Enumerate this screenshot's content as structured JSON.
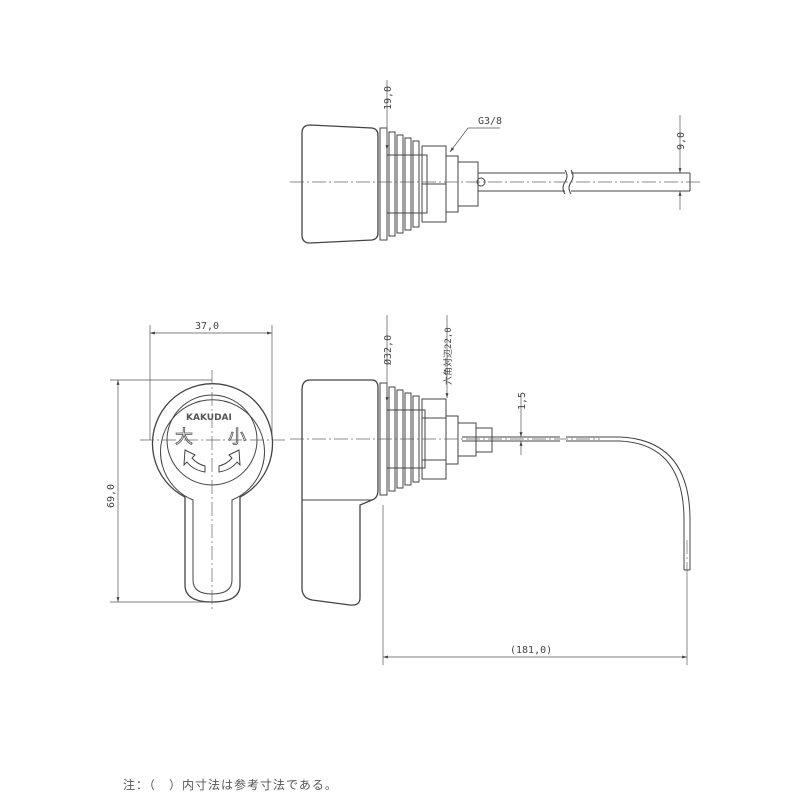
{
  "dimensions": {
    "top_flange": "19,0",
    "thread": "G3/8",
    "rod_dia": "9,0",
    "width": "37,0",
    "height": "69,0",
    "flange_dia": "Ø32,0",
    "hex": "六角対辺22,0",
    "wire": "1,5",
    "overall": "(181,0)"
  },
  "handle": {
    "brand": "KAKUDAI",
    "large_label": "大",
    "small_label": "小"
  },
  "note": "注：（　）内寸法は参考寸法である。"
}
